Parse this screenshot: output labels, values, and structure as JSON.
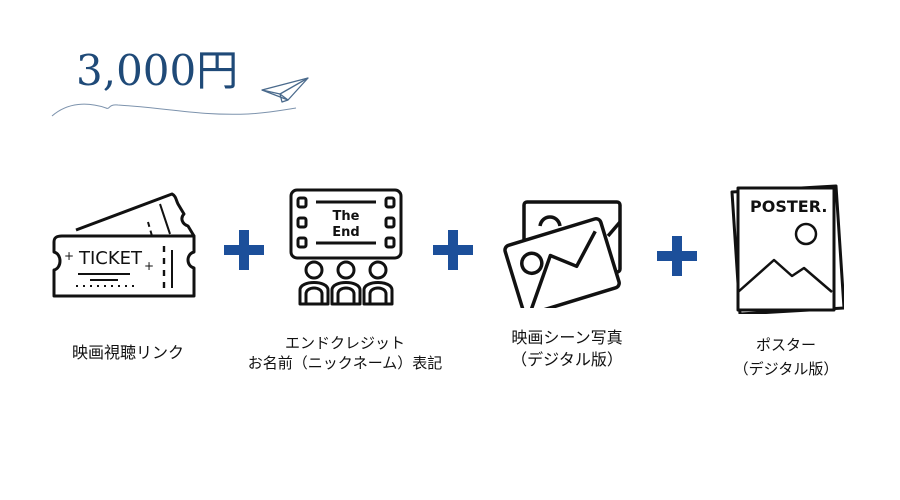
{
  "header": {
    "price": "3,000円",
    "accent_color": "#1f4a78"
  },
  "items": [
    {
      "icon": "ticket-icon",
      "icon_text": "TICKET",
      "label_lines": [
        "映画視聴リンク"
      ]
    },
    {
      "icon": "film-end-credits-icon",
      "icon_text": [
        "The",
        "End"
      ],
      "label_lines": [
        "エンドクレジット",
        "お名前（ニックネーム）表記"
      ]
    },
    {
      "icon": "photos-icon",
      "label_lines": [
        "映画シーン写真",
        "（デジタル版）"
      ]
    },
    {
      "icon": "poster-icon",
      "icon_text": "POSTER.",
      "label_lines": [
        "ポスター",
        "（デジタル版）"
      ]
    }
  ],
  "plus_color": "#1c4f9a"
}
